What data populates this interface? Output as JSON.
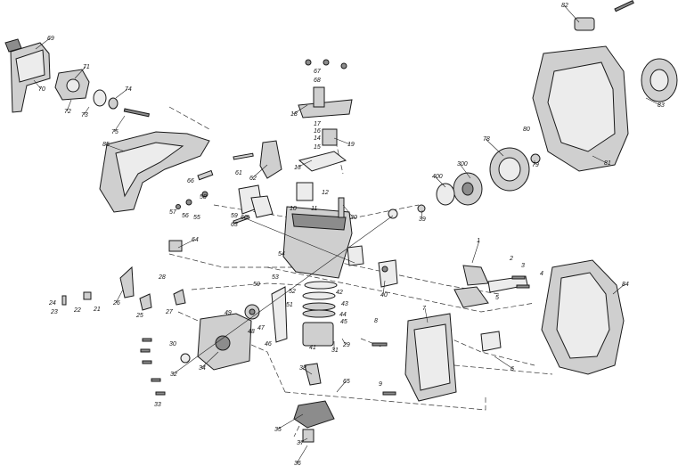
{
  "diagram": {
    "callouts": [
      "1",
      "2",
      "3",
      "4",
      "5",
      "6",
      "7",
      "8",
      "9",
      "10",
      "11",
      "12",
      "13",
      "14",
      "15",
      "16",
      "17",
      "18",
      "19",
      "20",
      "21",
      "22",
      "23",
      "24",
      "25",
      "26",
      "27",
      "28",
      "29",
      "30",
      "31",
      "32",
      "33",
      "34",
      "35",
      "36",
      "37",
      "38",
      "39",
      "40",
      "41",
      "42",
      "43",
      "44",
      "45",
      "46",
      "47",
      "48",
      "49",
      "50",
      "51",
      "52",
      "53",
      "54",
      "55",
      "56",
      "57",
      "58",
      "59",
      "60",
      "61",
      "62",
      "63",
      "64",
      "65",
      "66",
      "67",
      "68",
      "69",
      "70",
      "71",
      "72",
      "73",
      "74",
      "75",
      "78",
      "79",
      "80",
      "81",
      "82",
      "83",
      "84",
      "85",
      "300",
      "400"
    ]
  }
}
